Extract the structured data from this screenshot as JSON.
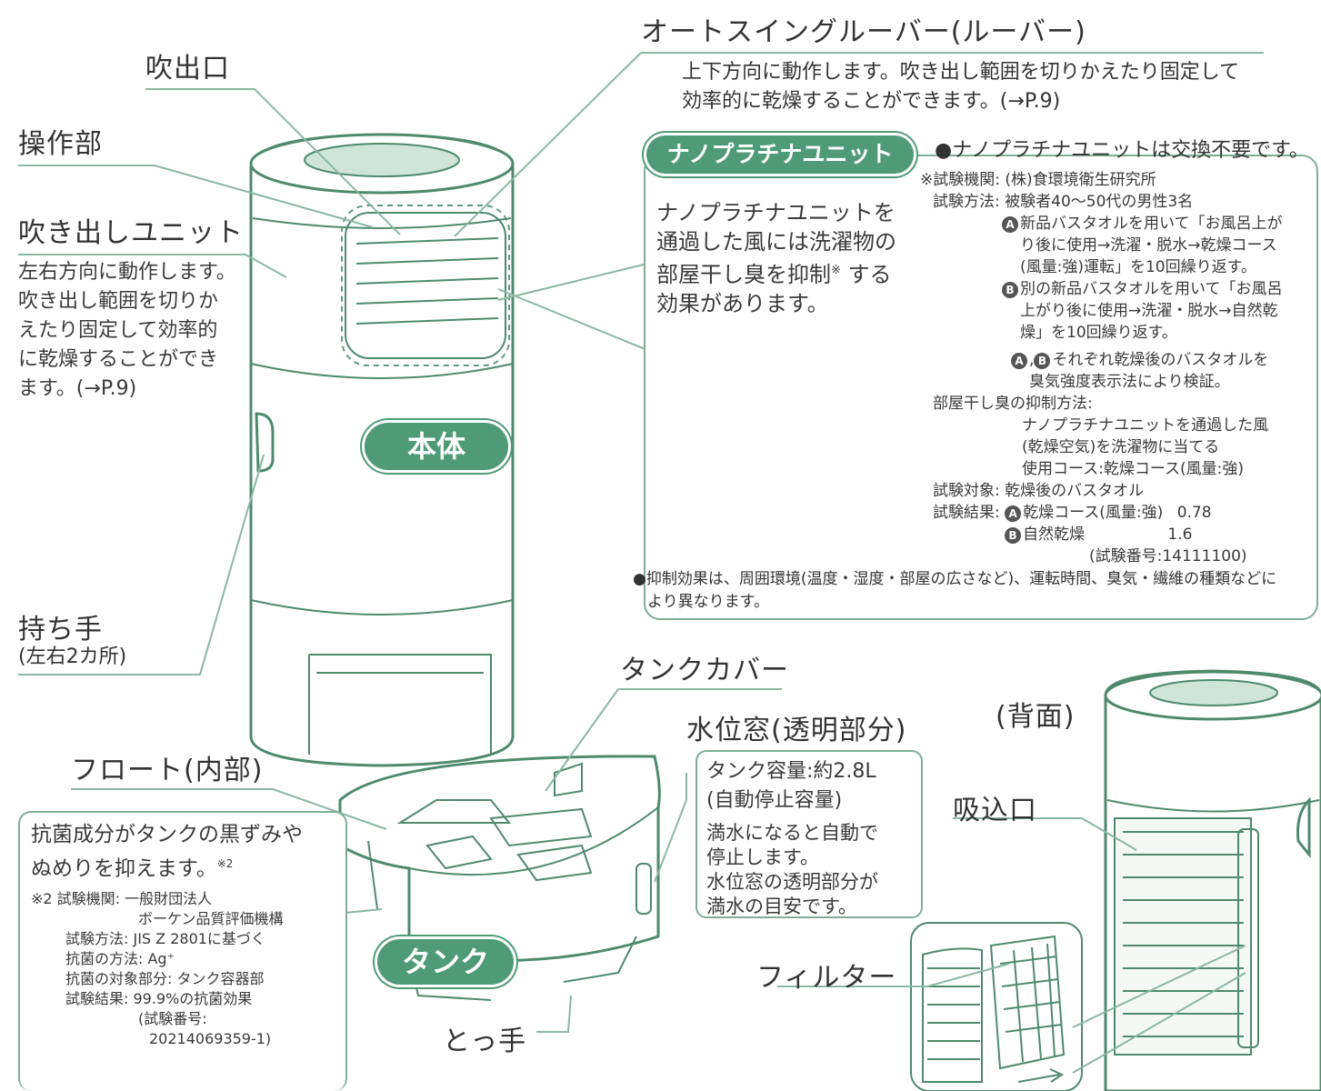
{
  "labels": {
    "outlet": "吹出口",
    "louver": "オートスイングルーバー(ルーバー)",
    "louver_desc_1": "上下方向に動作します。吹き出し範囲を切りかえたり固定して",
    "louver_desc_2": "効率的に乾燥することができます。(→P.9)",
    "control": "操作部",
    "blow_unit": "吹き出しユニット",
    "blow_unit_desc": [
      "左右方向に動作します。",
      "吹き出し範囲を切りか",
      "えたり固定して効率的",
      "に乾燥することができ",
      "ます。(→P.9)"
    ],
    "body": "本体",
    "handle": "持ち手",
    "handle_sub": "(左右2カ所)",
    "float": "フロート(内部)",
    "tank_cover": "タンクカバー",
    "water_window": "水位窓(透明部分)",
    "back": "(背面)",
    "intake": "吸込口",
    "filter": "フィルター",
    "tank": "タンク",
    "grip": "とっ手"
  },
  "nano": {
    "title": "ナノプラチナユニット",
    "no_replace": "●ナノプラチナユニットは交換不要です。",
    "desc": [
      "ナノプラチナユニットを",
      "通過した風には洗濯物の",
      "部屋干し臭を抑制",
      "効果があります。"
    ],
    "desc_note_mark": "※",
    "desc_suffix": " する",
    "lab": "※試験機関: (株)食環境衛生研究所",
    "method": "試験方法: 被験者40〜50代の男性3名",
    "a_mark": "A",
    "b_mark": "B",
    "a_text": [
      "新品バスタオルを用いて「お風呂上が",
      "り後に使用→洗濯・脱水→乾燥コース",
      "(風量:強)運転」を10回繰り返す。"
    ],
    "b_text": [
      "別の新品バスタオルを用いて「お風呂",
      "上がり後に使用→洗濯・脱水→自然乾",
      "燥」を10回繰り返す。"
    ],
    "ab_text": [
      "それぞれ乾燥後のバスタオルを",
      "臭気強度表示法により検証。"
    ],
    "ab_sep": ",",
    "suppress_label": "部屋干し臭の抑制方法:",
    "suppress_text": [
      "ナノプラチナユニットを通過した風",
      "(乾燥空気)を洗濯物に当てる",
      "使用コース:乾燥コース(風量:強)"
    ],
    "target": "試験対象: 乾燥後のバスタオル",
    "result_label": "試験結果:",
    "result_a_name": "乾燥コース(風量:強)",
    "result_a_value": "0.78",
    "result_b_name": "自然乾燥",
    "result_b_value": "1.6",
    "test_no": "(試験番号:14111100)",
    "footnote_1": "●抑制効果は、周囲環境(温度・湿度・部屋の広さなど)、運転時間、臭気・繊維の種類などに",
    "footnote_2": "より異なります。"
  },
  "tank_box": {
    "line1": "タンク容量:約2.8L",
    "line2": "(自動停止容量)",
    "desc": [
      "満水になると自動で",
      "停止します。",
      "水位窓の透明部分が",
      "満水の目安です。"
    ]
  },
  "antibac": {
    "title_1": "抗菌成分がタンクの黒ずみや",
    "title_2": "ぬめりを抑えます。",
    "title_mark": "※2",
    "lines": [
      "※2 試験機関: 一般財団法人",
      "ボーケン品質評価機構",
      "試験方法: JIS Z 2801に基づく",
      "抗菌の方法: Ag⁺",
      "抗菌の対象部分: タンク容器部",
      "試験結果: 99.9%の抗菌効果",
      "(試験番号:",
      "20214069359-1)"
    ]
  },
  "colors": {
    "accent": "#4f9b78",
    "line": "#8bb8a2",
    "outline": "#4f8a6e"
  }
}
